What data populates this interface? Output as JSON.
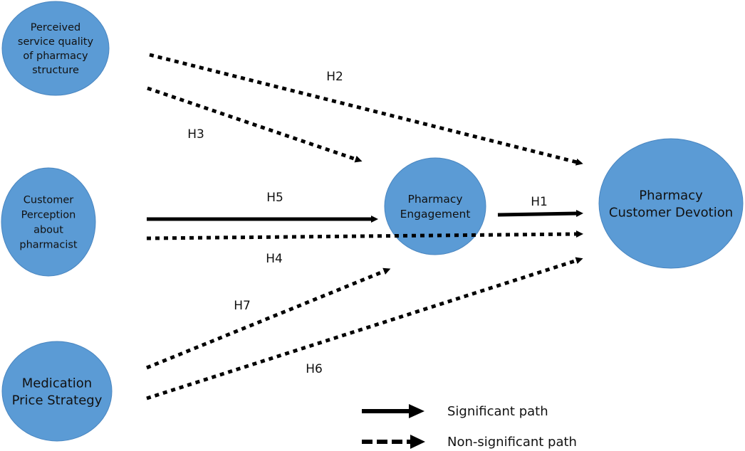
{
  "diagram": {
    "colors": {
      "node_fill": "#5b9bd5",
      "node_stroke": "#4a86c0",
      "edge": "#000000",
      "text": "#111111"
    },
    "nodes": [
      {
        "id": "service_quality",
        "label_lines": [
          "Perceived",
          "service quality",
          "of pharmacy",
          "structure"
        ]
      },
      {
        "id": "pharmacist_perception",
        "label_lines": [
          "Customer",
          "Perception",
          "about",
          "pharmacist"
        ]
      },
      {
        "id": "price_strategy",
        "label_lines": [
          "Medication",
          "Price Strategy"
        ]
      },
      {
        "id": "engagement",
        "label_lines": [
          "Pharmacy",
          "Engagement"
        ]
      },
      {
        "id": "devotion",
        "label_lines": [
          "Pharmacy",
          "Customer Devotion"
        ]
      }
    ],
    "edges": [
      {
        "id": "H1",
        "label": "H1",
        "from": "engagement",
        "to": "devotion",
        "significant": true
      },
      {
        "id": "H2",
        "label": "H2",
        "from": "service_quality",
        "to": "devotion",
        "significant": false
      },
      {
        "id": "H3",
        "label": "H3",
        "from": "service_quality",
        "to": "engagement",
        "significant": false
      },
      {
        "id": "H4",
        "label": "H4",
        "from": "pharmacist_perception",
        "to": "devotion",
        "significant": false
      },
      {
        "id": "H5",
        "label": "H5",
        "from": "pharmacist_perception",
        "to": "engagement",
        "significant": true
      },
      {
        "id": "H6",
        "label": "H6",
        "from": "price_strategy",
        "to": "devotion",
        "significant": false
      },
      {
        "id": "H7",
        "label": "H7",
        "from": "price_strategy",
        "to": "engagement",
        "significant": false
      }
    ],
    "legend": {
      "significant": "Significant path",
      "non_significant": "Non-significant path"
    }
  }
}
